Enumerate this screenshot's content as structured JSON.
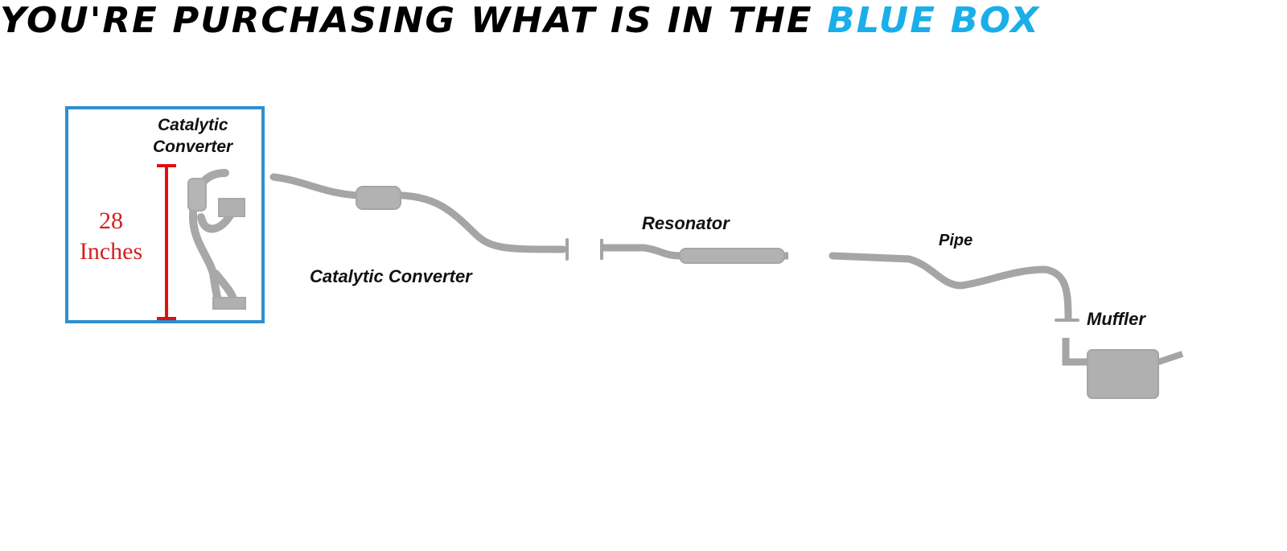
{
  "title": {
    "main": "YOU'RE PURCHASING WHAT IS IN THE",
    "highlight": "BLUE BOX"
  },
  "box": {
    "label_line1": "Catalytic",
    "label_line2": "Converter",
    "measure_value": "28",
    "measure_unit": "Inches"
  },
  "parts": {
    "catalytic_converter": "Catalytic Converter",
    "resonator": "Resonator",
    "pipe": "Pipe",
    "muffler": "Muffler"
  },
  "colors": {
    "accent": "#1aaeea",
    "box_border": "#2f8fcf",
    "measure": "#d42020"
  }
}
